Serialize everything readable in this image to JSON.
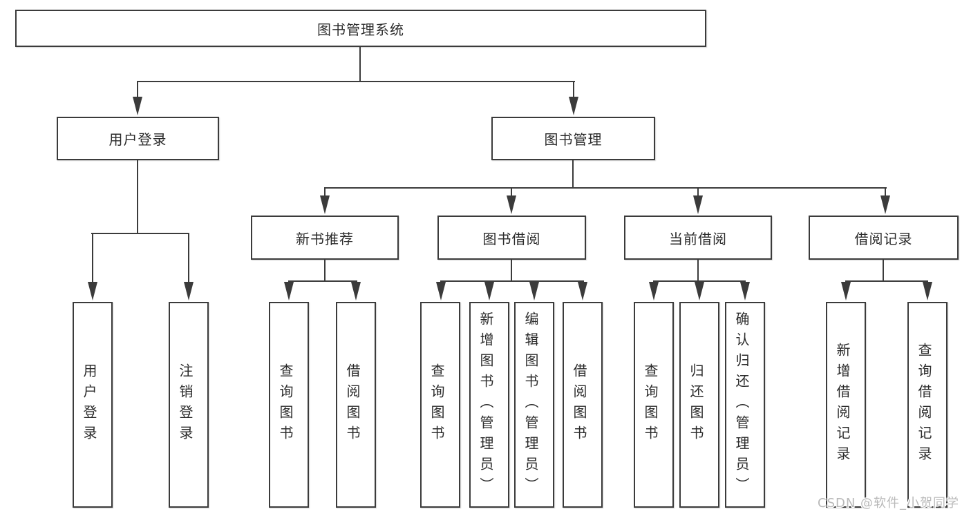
{
  "diagram_title": "图书管理系统",
  "tree": {
    "root": {
      "label": "图书管理系统"
    },
    "branches": [
      {
        "label": "用户登录",
        "leaves": [
          {
            "label": "用户登录"
          },
          {
            "label": "注销登录"
          }
        ]
      },
      {
        "label": "图书管理",
        "groups": [
          {
            "label": "新书推荐",
            "leaves": [
              {
                "label": "查询图书"
              },
              {
                "label": "借阅图书"
              }
            ]
          },
          {
            "label": "图书借阅",
            "leaves": [
              {
                "label": "查询图书"
              },
              {
                "label": "新增图书（管理员）"
              },
              {
                "label": "编辑图书（管理员）"
              },
              {
                "label": "借阅图书"
              }
            ]
          },
          {
            "label": "当前借阅",
            "leaves": [
              {
                "label": "查询图书"
              },
              {
                "label": "归还图书"
              },
              {
                "label": "确认归还（管理员）"
              }
            ]
          },
          {
            "label": "借阅记录",
            "leaves": [
              {
                "label": "新增借阅记录"
              },
              {
                "label": "查询借阅记录"
              }
            ]
          }
        ]
      }
    ]
  },
  "watermark": "CSDN @软件_小贺同学",
  "colors": {
    "line": "#3b3b3b",
    "text": "#2b2b2b",
    "background": "#ffffff",
    "watermark": "#b9b9b9"
  }
}
